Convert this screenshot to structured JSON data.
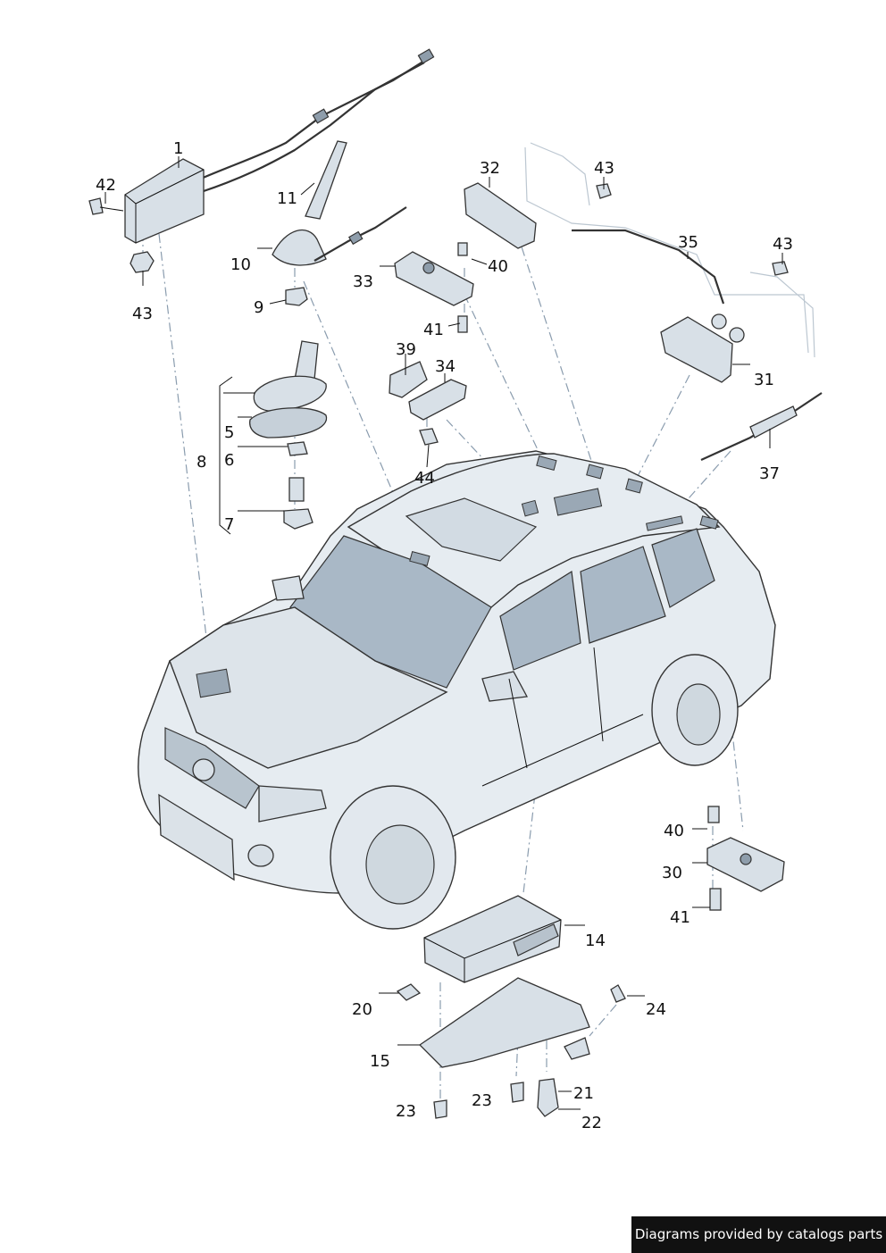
{
  "labels": [
    {
      "id": "1",
      "text": "1"
    },
    {
      "id": "42a",
      "text": "42"
    },
    {
      "id": "43a",
      "text": "43"
    },
    {
      "id": "11",
      "text": "11"
    },
    {
      "id": "10",
      "text": "10"
    },
    {
      "id": "9",
      "text": "9"
    },
    {
      "id": "32",
      "text": "32"
    },
    {
      "id": "43b",
      "text": "43"
    },
    {
      "id": "35",
      "text": "35"
    },
    {
      "id": "43c",
      "text": "43"
    },
    {
      "id": "33",
      "text": "33"
    },
    {
      "id": "40a",
      "text": "40"
    },
    {
      "id": "41a",
      "text": "41"
    },
    {
      "id": "31",
      "text": "31"
    },
    {
      "id": "39",
      "text": "39"
    },
    {
      "id": "34",
      "text": "34"
    },
    {
      "id": "5",
      "text": "5"
    },
    {
      "id": "6",
      "text": "6"
    },
    {
      "id": "8",
      "text": "8"
    },
    {
      "id": "7",
      "text": "7"
    },
    {
      "id": "44",
      "text": "44"
    },
    {
      "id": "37",
      "text": "37"
    },
    {
      "id": "40b",
      "text": "40"
    },
    {
      "id": "30",
      "text": "30"
    },
    {
      "id": "41b",
      "text": "41"
    },
    {
      "id": "14",
      "text": "14"
    },
    {
      "id": "20",
      "text": "20"
    },
    {
      "id": "24",
      "text": "24"
    },
    {
      "id": "15",
      "text": "15"
    },
    {
      "id": "21",
      "text": "21"
    },
    {
      "id": "23a",
      "text": "23"
    },
    {
      "id": "23b",
      "text": "23"
    },
    {
      "id": "22",
      "text": "22"
    }
  ],
  "footer": {
    "text": "Diagrams provided by catalogs parts"
  }
}
